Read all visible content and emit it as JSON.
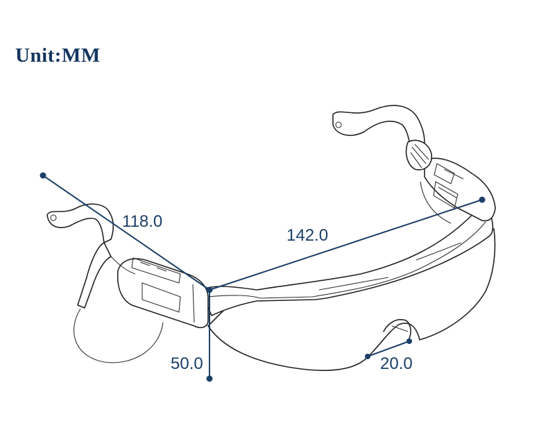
{
  "title": "Unit:MM",
  "dimensions": {
    "diagonal": "118.0",
    "width": "142.0",
    "height": "50.0",
    "lens_depth": "20.0"
  },
  "colors": {
    "accent": "#1c3f68",
    "title": "#14365f",
    "line_art": "#222222"
  }
}
